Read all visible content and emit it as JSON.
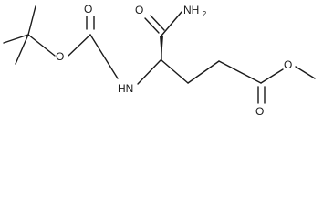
{
  "structure": {
    "labels": {
      "o_boc_carbonyl": "O",
      "o_boc_ester": "O",
      "nh": "HN",
      "o_amide": "O",
      "nh2": "NH",
      "nh2_sub": "2",
      "o_ester_carbonyl": "O",
      "o_ester_methoxy": "O"
    }
  }
}
